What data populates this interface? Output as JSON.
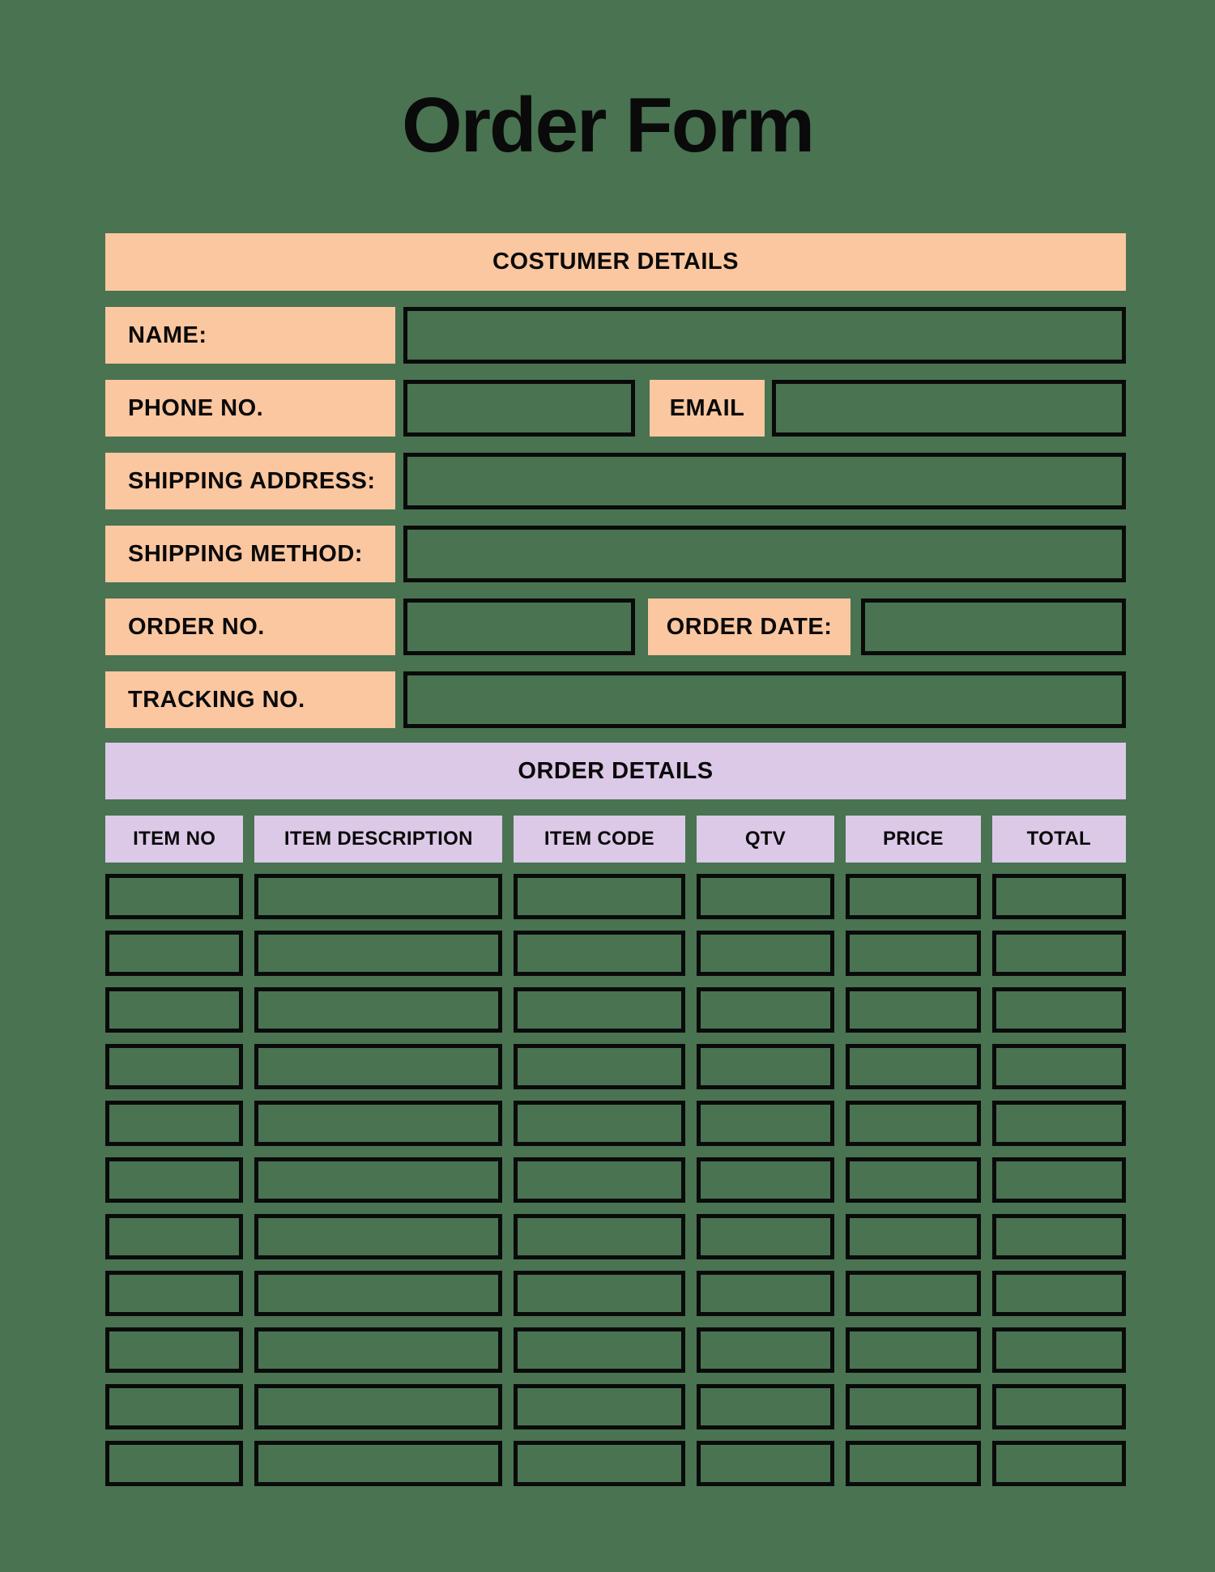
{
  "page": {
    "title": "Order Form"
  },
  "colors": {
    "background": "#497351",
    "peach": "#FBC7A0",
    "lavender": "#DCC9E7",
    "border": "#0A0A0A",
    "text": "#0A0A0A"
  },
  "customer": {
    "section_title": "COSTUMER DETAILS",
    "name": {
      "label": "NAME:",
      "value": ""
    },
    "phone": {
      "label": "PHONE NO.",
      "value": ""
    },
    "email": {
      "label": "EMAIL",
      "value": ""
    },
    "shipping_address": {
      "label": "SHIPPING ADDRESS:",
      "value": ""
    },
    "shipping_method": {
      "label": "SHIPPING METHOD:",
      "value": ""
    },
    "order_no": {
      "label": "ORDER NO.",
      "value": ""
    },
    "order_date": {
      "label": "ORDER DATE:",
      "value": ""
    },
    "tracking_no": {
      "label": "TRACKING NO.",
      "value": ""
    }
  },
  "order": {
    "section_title": "ORDER DETAILS",
    "columns": [
      {
        "key": "item-no",
        "label": "ITEM NO"
      },
      {
        "key": "item-description",
        "label": "ITEM DESCRIPTION"
      },
      {
        "key": "item-code",
        "label": "ITEM CODE"
      },
      {
        "key": "qtv",
        "label": "QTV"
      },
      {
        "key": "price",
        "label": "PRICE"
      },
      {
        "key": "total",
        "label": "TOTAL"
      }
    ],
    "row_count": 11,
    "cell_value": ""
  }
}
